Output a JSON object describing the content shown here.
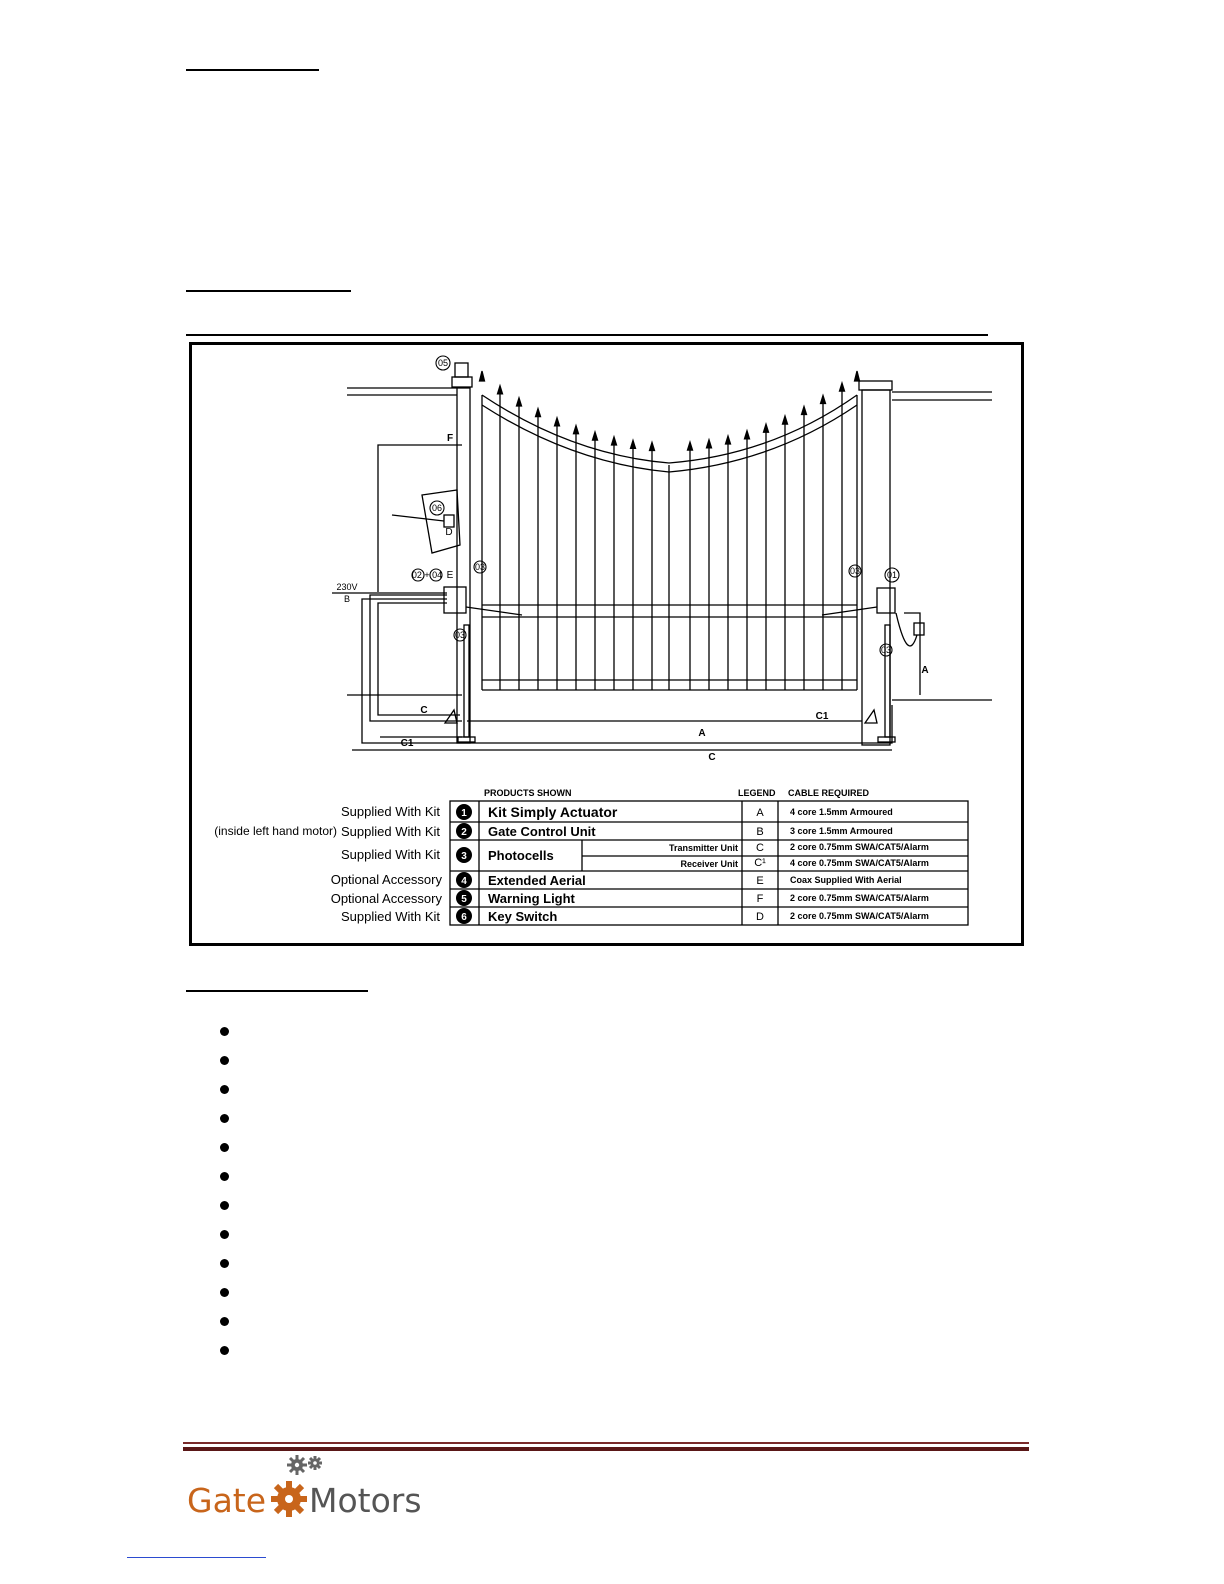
{
  "diagram": {
    "callouts": {
      "light": "05",
      "keyswitch": "06",
      "keyswitch_cable": "D",
      "gcu": "02 + 04",
      "aerial": "E",
      "photocell_tl": "03",
      "photocell_bl": "03",
      "photocell_tr": "03",
      "photocell_br": "03",
      "motor_right": "01"
    },
    "cable_labels": {
      "f": "F",
      "v230": "230V",
      "b": "B",
      "c_left": "C",
      "c1_left": "C1",
      "a_bottom": "A",
      "c1_right": "C1",
      "c_bottom": "C",
      "a_right": "A"
    },
    "table": {
      "header_products": "PRODUCTS SHOWN",
      "header_legend": "LEGEND",
      "header_cable": "CABLE REQUIRED",
      "rows": [
        {
          "status": "Supplied With Kit",
          "num": "1",
          "product": "Kit Simply Actuator",
          "legend": "A",
          "cable": "4 core 1.5mm Armoured"
        },
        {
          "status": "Supplied With Kit",
          "note": "(inside left hand motor)",
          "num": "2",
          "product": "Gate Control Unit",
          "legend": "B",
          "cable": "3 core 1.5mm Armoured"
        },
        {
          "status": "Supplied With Kit",
          "num": "3",
          "product": "Photocells"
        },
        {
          "status": "Optional Accessory",
          "num": "4",
          "product": "Extended Aerial",
          "legend": "E",
          "cable": "Coax Supplied With Aerial"
        },
        {
          "status": "Optional Accessory",
          "num": "5",
          "product": "Warning Light",
          "legend": "F",
          "cable": "2 core 0.75mm SWA/CAT5/Alarm"
        },
        {
          "status": "Supplied With Kit",
          "num": "6",
          "product": "Key Switch",
          "legend": "D",
          "cable": "2 core 0.75mm SWA/CAT5/Alarm"
        }
      ],
      "photocell_sub": [
        {
          "unit": "Transmitter Unit",
          "legend": "C",
          "cable": "2 core 0.75mm SWA/CAT5/Alarm"
        },
        {
          "unit": "Receiver Unit",
          "legend": "C¹",
          "cable": "4 core 0.75mm SWA/CAT5/Alarm"
        }
      ]
    }
  },
  "bullets": [
    "",
    "",
    "",
    "",
    "",
    "",
    "",
    "",
    "",
    "",
    "",
    ""
  ],
  "footer": {
    "logo_word1": "Gate",
    "logo_word2": "Motors",
    "colors": {
      "gate": "#c8651b",
      "motors": "#555555",
      "gear": "#c8651b",
      "gear_small": "#666666",
      "rule": "#5a1717"
    }
  }
}
